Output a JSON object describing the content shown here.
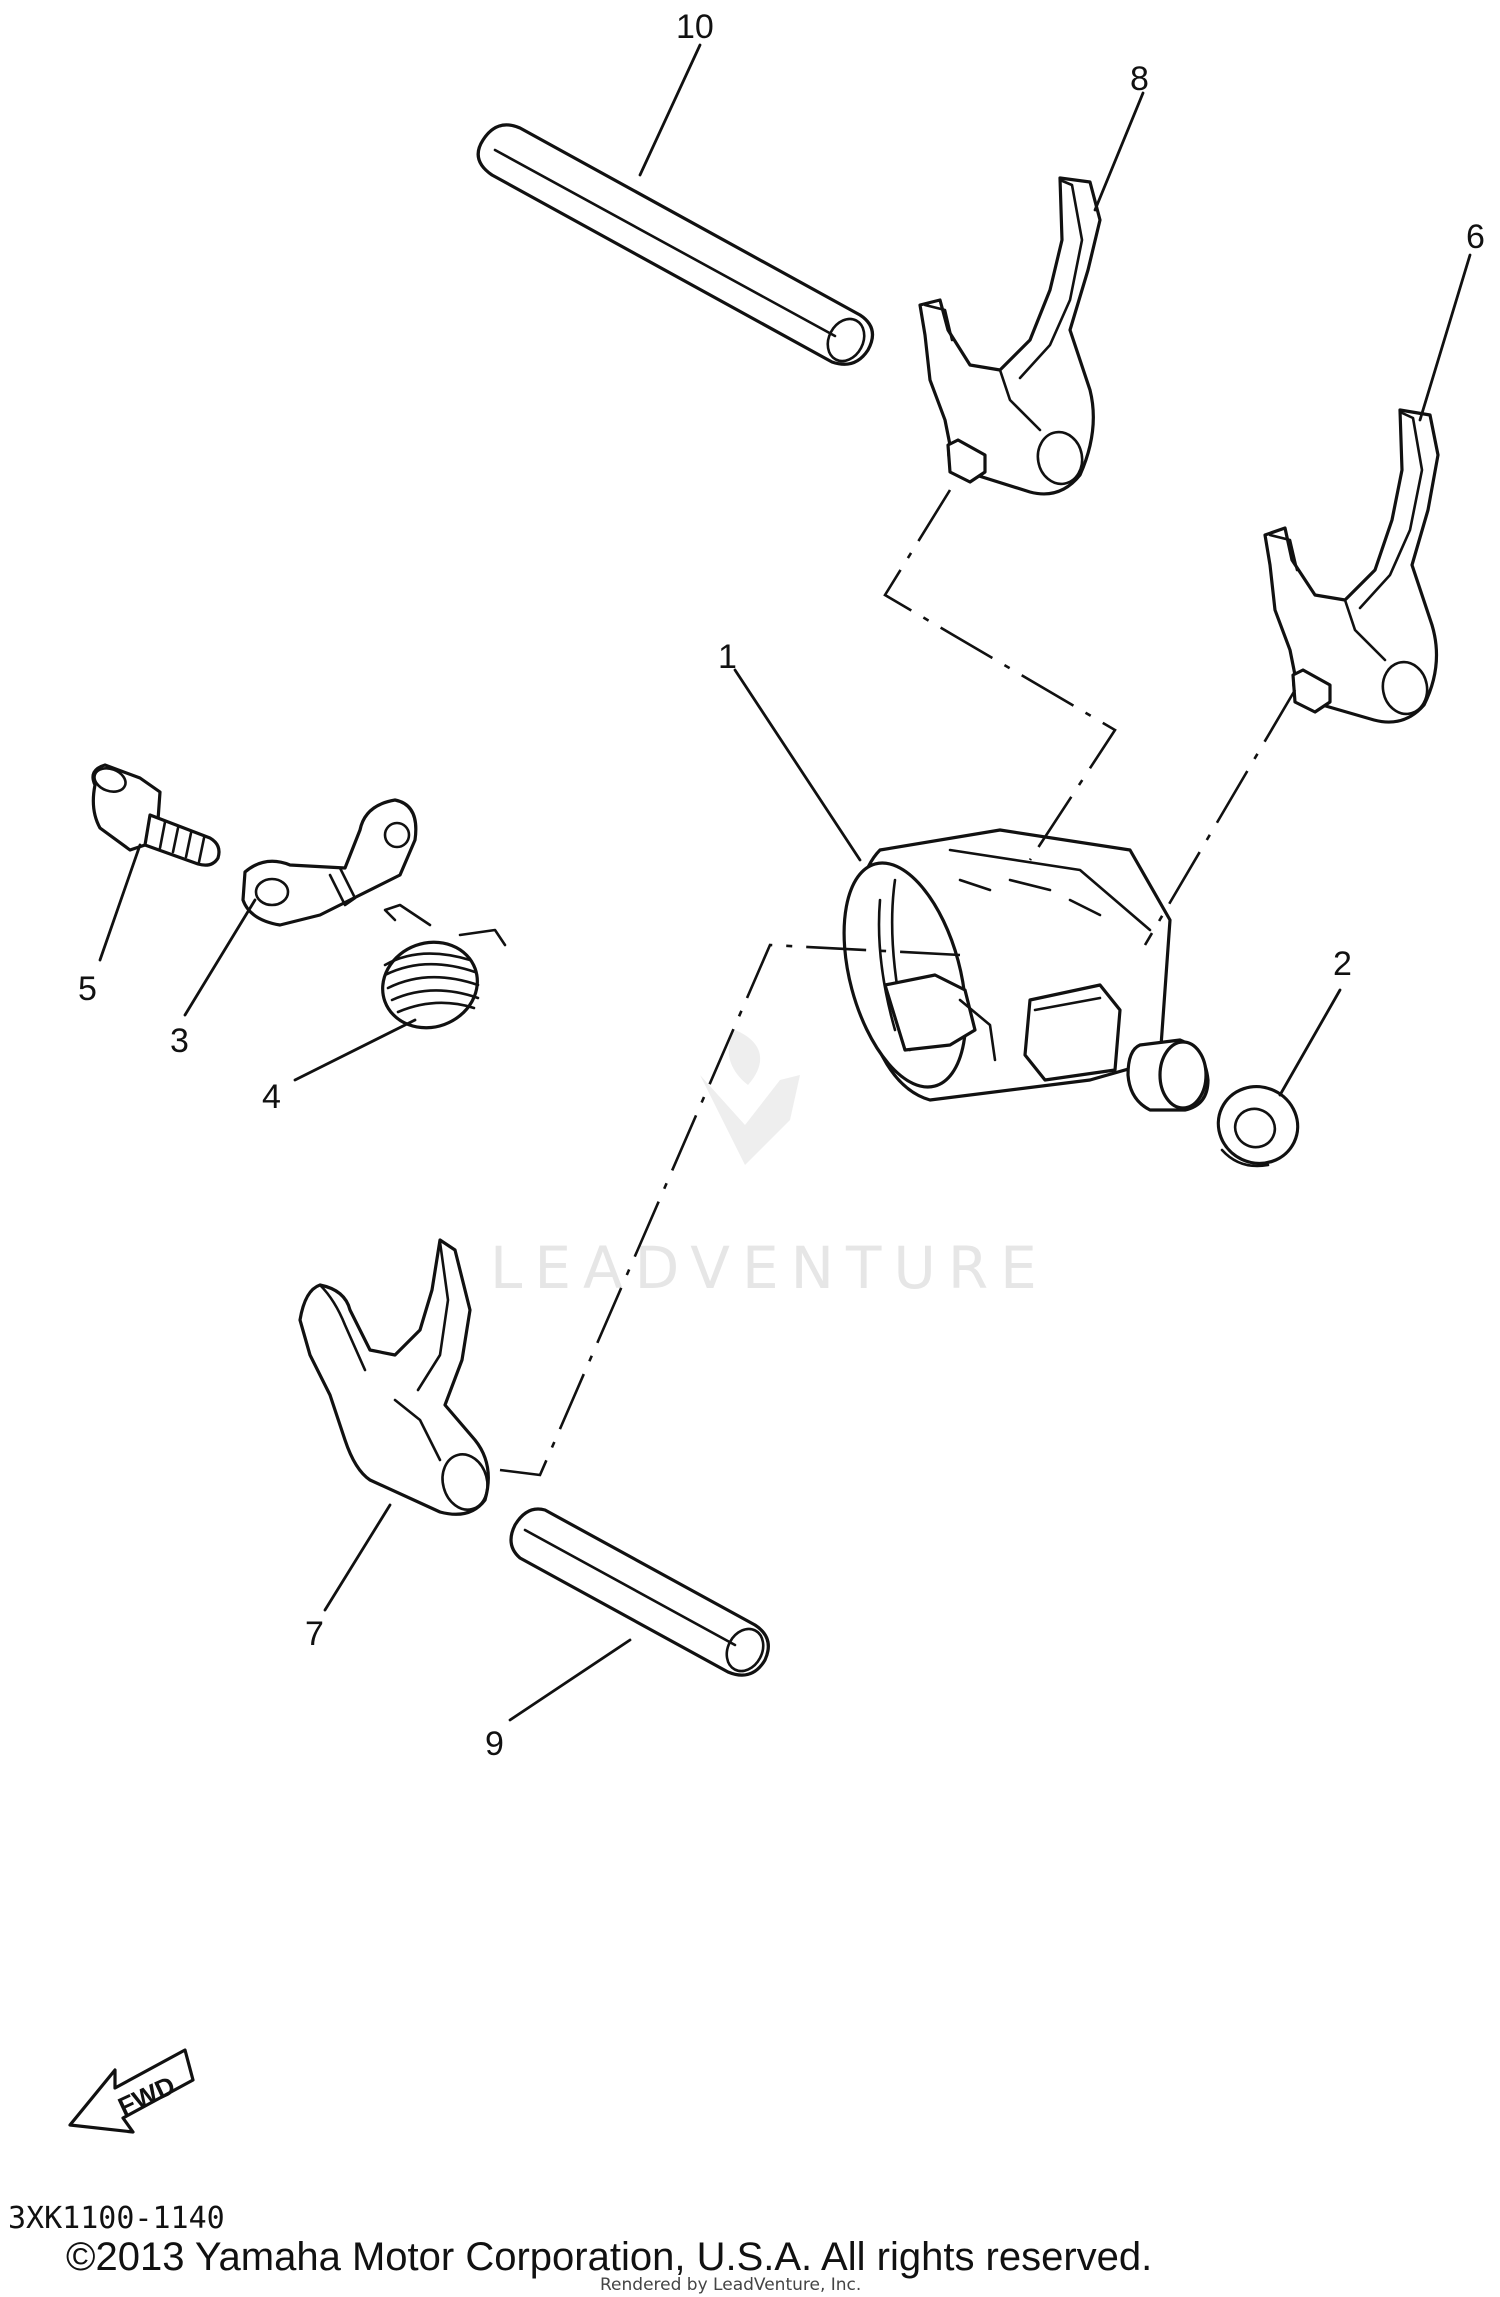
{
  "diagram": {
    "callouts": {
      "p1": "1",
      "p2": "2",
      "p3": "3",
      "p4": "4",
      "p5": "5",
      "p6": "6",
      "p7": "7",
      "p8": "8",
      "p9": "9",
      "p10": "10"
    },
    "watermark": "LEADVENTURE",
    "direction_label": "FWD",
    "diagram_code": "3XK1100-1140",
    "copyright": "©2013 Yamaha Motor Corporation, U.S.A. All rights reserved.",
    "rendered_by": "Rendered by LeadVenture, Inc."
  }
}
